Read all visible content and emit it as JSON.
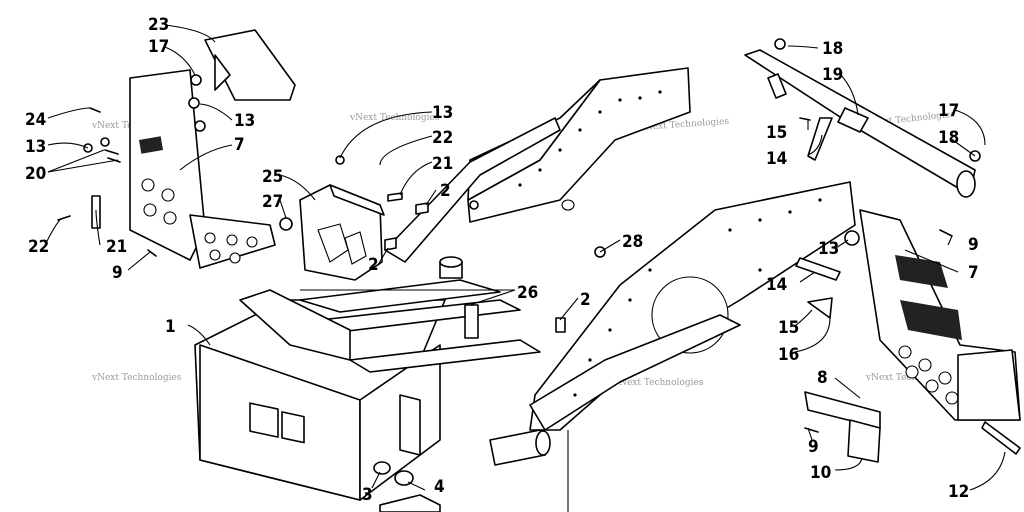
{
  "diagram": {
    "watermark": "vNext Technologies",
    "callouts": [
      {
        "id": "c1",
        "label": "1"
      },
      {
        "id": "c2a",
        "label": "2"
      },
      {
        "id": "c2b",
        "label": "2"
      },
      {
        "id": "c2c",
        "label": "2"
      },
      {
        "id": "c3",
        "label": "3"
      },
      {
        "id": "c4",
        "label": "4"
      },
      {
        "id": "c7a",
        "label": "7"
      },
      {
        "id": "c7b",
        "label": "7"
      },
      {
        "id": "c8",
        "label": "8"
      },
      {
        "id": "c9a",
        "label": "9"
      },
      {
        "id": "c9b",
        "label": "9"
      },
      {
        "id": "c9c",
        "label": "9"
      },
      {
        "id": "c10",
        "label": "10"
      },
      {
        "id": "c12",
        "label": "12"
      },
      {
        "id": "c13a",
        "label": "13"
      },
      {
        "id": "c13b",
        "label": "13"
      },
      {
        "id": "c13c",
        "label": "13"
      },
      {
        "id": "c13d",
        "label": "13"
      },
      {
        "id": "c14a",
        "label": "14"
      },
      {
        "id": "c14b",
        "label": "14"
      },
      {
        "id": "c15a",
        "label": "15"
      },
      {
        "id": "c15b",
        "label": "15"
      },
      {
        "id": "c16",
        "label": "16"
      },
      {
        "id": "c17a",
        "label": "17"
      },
      {
        "id": "c17b",
        "label": "17"
      },
      {
        "id": "c18a",
        "label": "18"
      },
      {
        "id": "c18b",
        "label": "18"
      },
      {
        "id": "c19",
        "label": "19"
      },
      {
        "id": "c20",
        "label": "20"
      },
      {
        "id": "c21a",
        "label": "21"
      },
      {
        "id": "c21b",
        "label": "21"
      },
      {
        "id": "c22a",
        "label": "22"
      },
      {
        "id": "c22b",
        "label": "22"
      },
      {
        "id": "c23",
        "label": "23"
      },
      {
        "id": "c24",
        "label": "24"
      },
      {
        "id": "c25",
        "label": "25"
      },
      {
        "id": "c26",
        "label": "26"
      },
      {
        "id": "c27",
        "label": "27"
      },
      {
        "id": "c28",
        "label": "28"
      }
    ]
  }
}
